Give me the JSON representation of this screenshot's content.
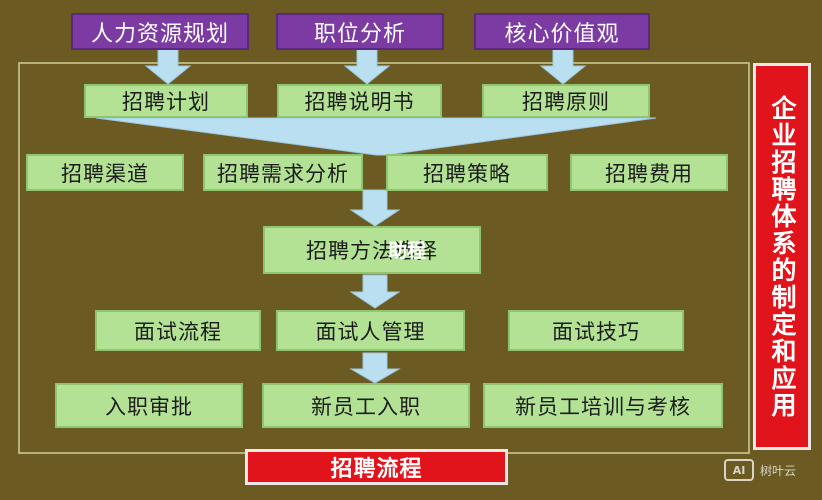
{
  "top": {
    "hr_planning": "人力资源规划",
    "position_analysis": "职位分析",
    "core_values": "核心价值观"
  },
  "level2": {
    "plan": "招聘计划",
    "description": "招聘说明书",
    "principle": "招聘原则"
  },
  "level3": {
    "channel": "招聘渠道",
    "demand": "招聘需求分析",
    "strategy": "招聘策略",
    "cost": "招聘费用"
  },
  "method": "招聘方法选择",
  "method_overlay": "助程",
  "level5": {
    "interview_process": "面试流程",
    "interviewer_management": "面试人管理",
    "interview_skills": "面试技巧"
  },
  "level6": {
    "onboarding_approval": "入职审批",
    "new_employee_onboarding": "新员工入职",
    "training_assessment": "新员工培训与考核"
  },
  "footer_title": "招聘流程",
  "side_title": "企业招聘体系的制定和应用",
  "watermark": {
    "logo": "AI",
    "text": "树叶云"
  },
  "colors": {
    "background": "#6b5a22",
    "green_box": "#b3e295",
    "arrow": "#b9dff0",
    "purple_box": "#7b3ba3",
    "red_box": "#e1141c"
  }
}
